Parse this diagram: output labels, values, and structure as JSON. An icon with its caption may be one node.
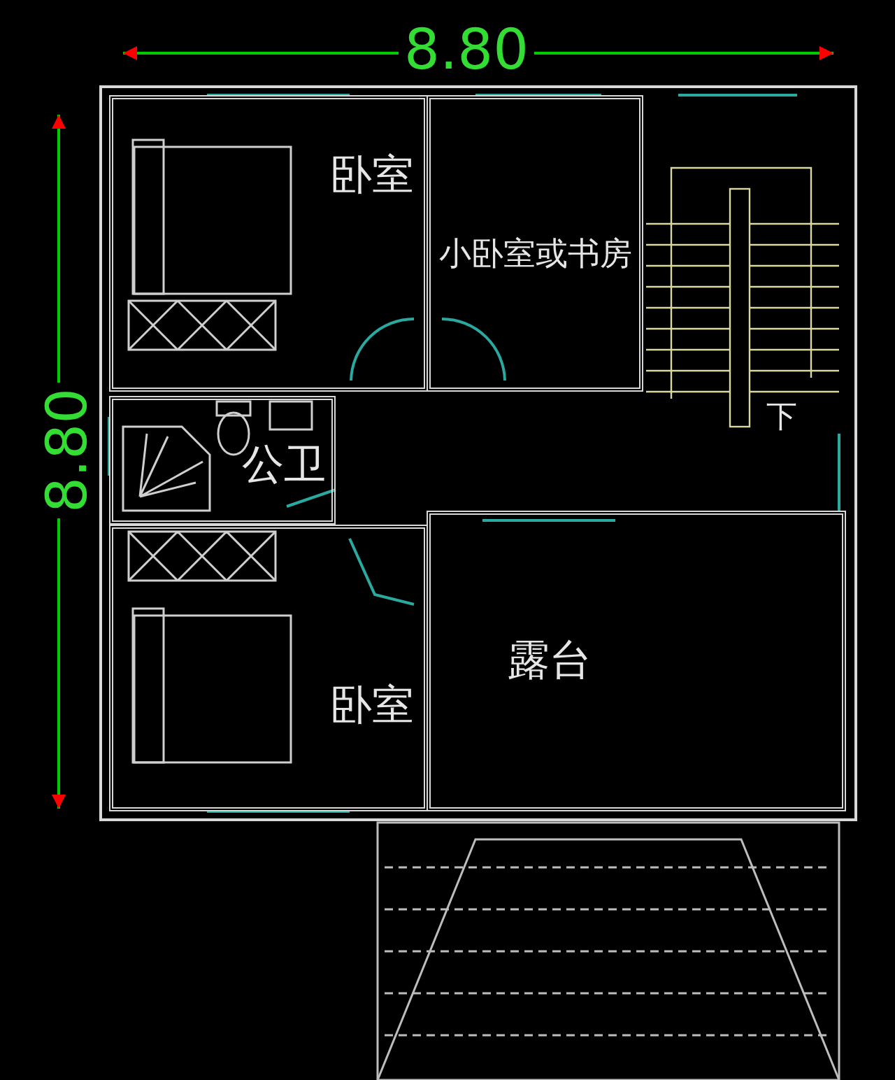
{
  "diagram": {
    "nodes": [
      {
        "text": [
          "卧室"
        ]
      },
      {
        "text": [
          "小卧室或书房"
        ]
      },
      {
        "text": [
          "公卫"
        ]
      },
      {
        "text": [
          "卧室"
        ]
      },
      {
        "text": [
          "露台"
        ]
      }
    ],
    "labels": [
      "8.80",
      "8.80",
      "下"
    ]
  }
}
